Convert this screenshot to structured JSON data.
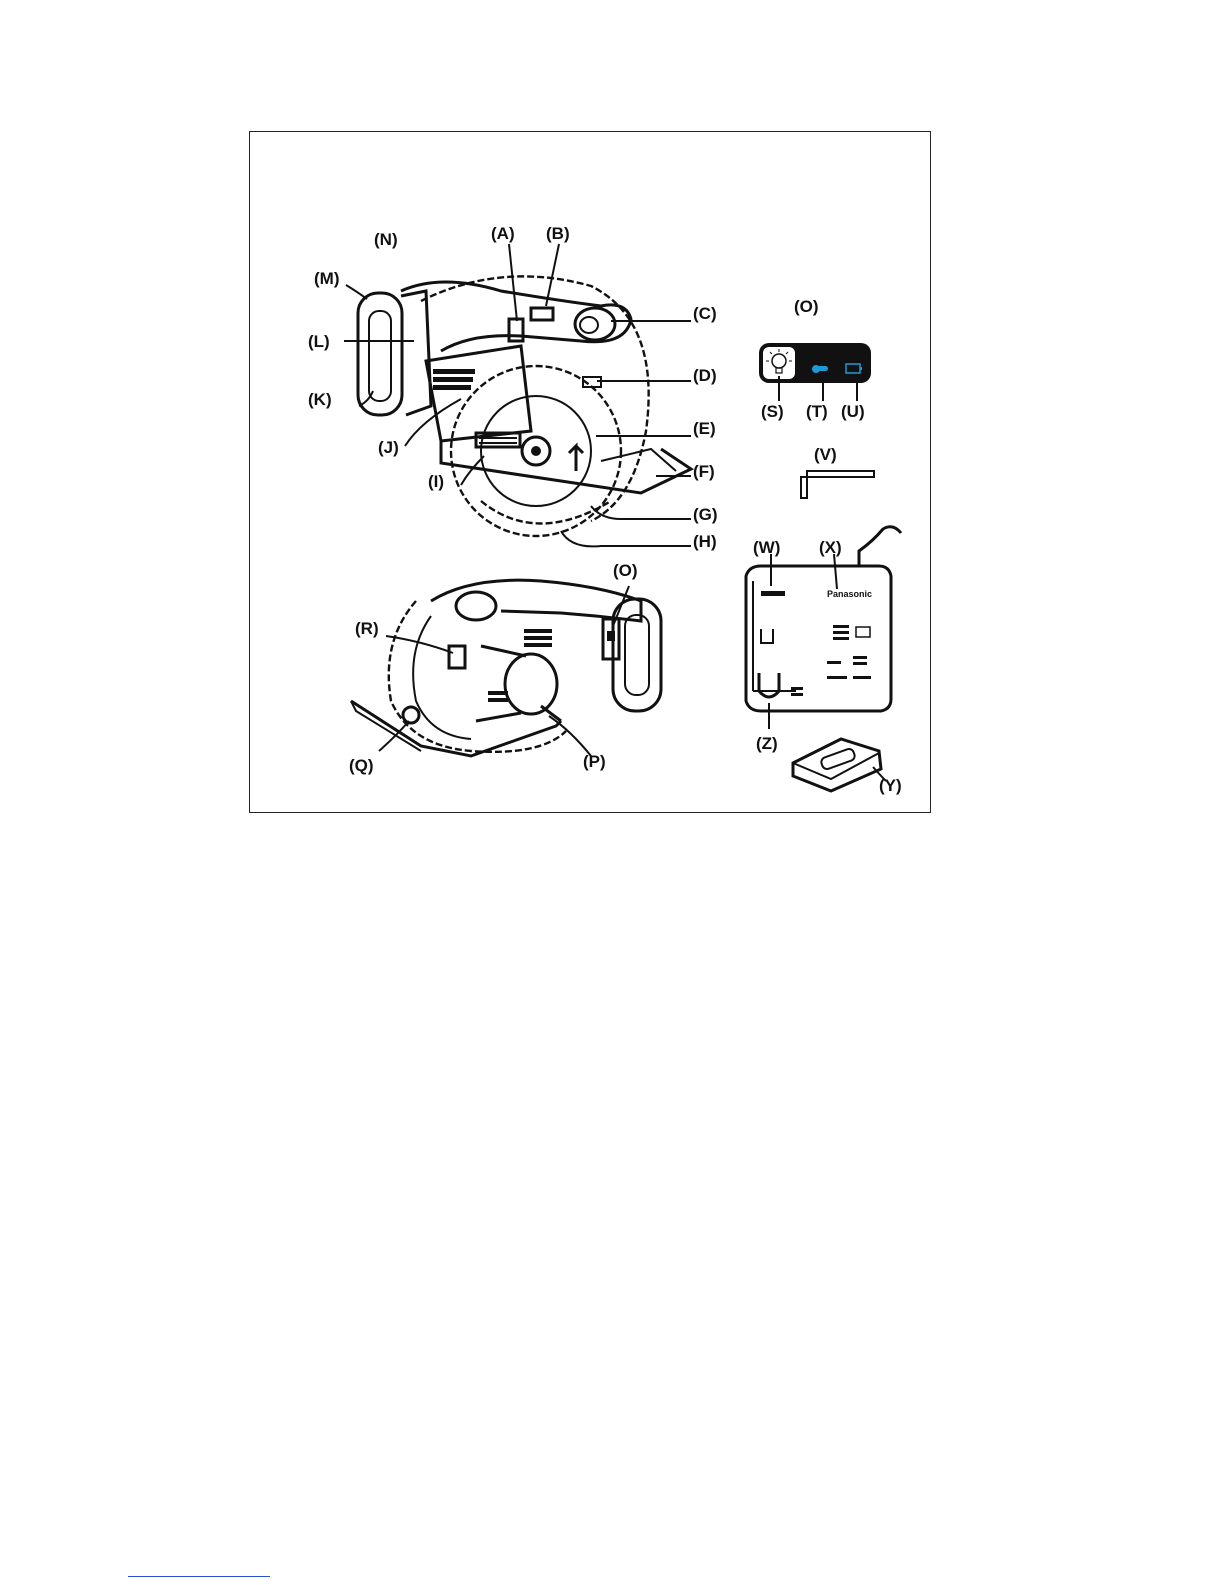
{
  "labels": {
    "A": "(A)",
    "B": "(B)",
    "C": "(C)",
    "D": "(D)",
    "E": "(E)",
    "F": "(F)",
    "G": "(G)",
    "H": "(H)",
    "I": "(I)",
    "J": "(J)",
    "K": "(K)",
    "L": "(L)",
    "M": "(M)",
    "N": "(N)",
    "O_top": "(O)",
    "O_side": "(O)",
    "P": "(P)",
    "Q": "(Q)",
    "R": "(R)",
    "S": "(S)",
    "T": "(T)",
    "U": "(U)",
    "V": "(V)",
    "W": "(W)",
    "X": "(X)",
    "Y": "(Y)",
    "Z": "(Z)"
  },
  "manual": {
    "brand": "Panasonic"
  },
  "colors": {
    "line": "#111111",
    "indicator_blue": "#1a9bd8",
    "footer_link": "#2a4fd6"
  },
  "icons": [
    "light-bulb-icon",
    "thermometer-icon",
    "battery-icon"
  ]
}
